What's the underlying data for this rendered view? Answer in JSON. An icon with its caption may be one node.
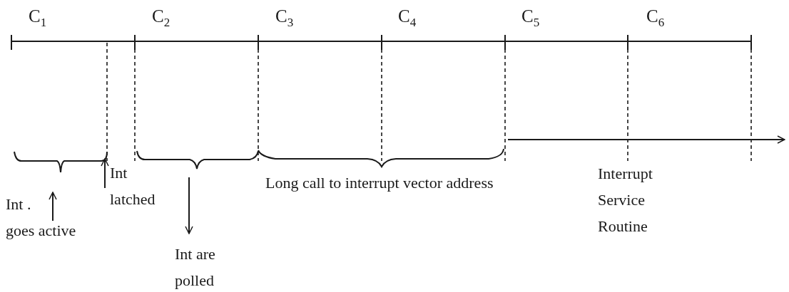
{
  "diagram": {
    "labels": [
      "C$_{1}$",
      "C$_{2}$",
      "C$_{3}$",
      "C$_{4}$",
      "C$_{5}$",
      "C$_{6}$",
      "Int latched",
      "Long call to interrupt vector address",
      "Interrupt Service Routine",
      "Int .",
      "goes active",
      "Int are polled"
    ]
  }
}
